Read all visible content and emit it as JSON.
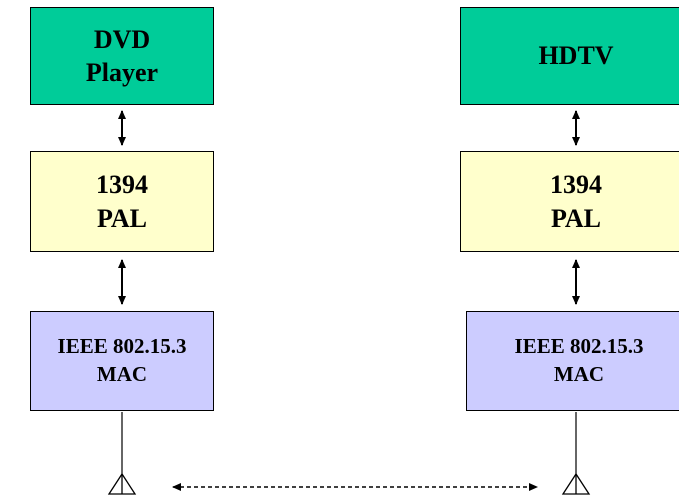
{
  "colors": {
    "device_fill": "#00cc99",
    "pal_fill": "#ffffcc",
    "mac_fill": "#ccccff",
    "line": "#000000"
  },
  "left_stack": {
    "device_label": "DVD\nPlayer",
    "pal_label": "1394\nPAL",
    "mac_label": "IEEE 802.15.3\nMAC"
  },
  "right_stack": {
    "device_label": "HDTV",
    "pal_label": "1394\nPAL",
    "mac_label": "IEEE 802.15.3\nMAC"
  },
  "icons": {
    "left_antenna": "antenna-icon",
    "right_antenna": "antenna-icon",
    "wireless_link": "dashed-double-arrow"
  }
}
